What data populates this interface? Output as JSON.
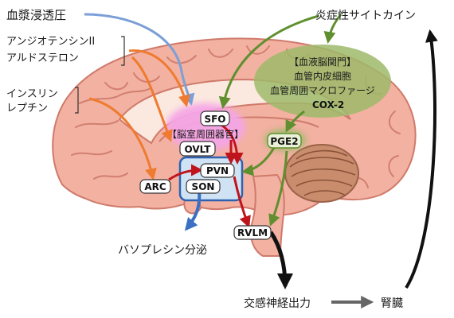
{
  "labels": {
    "osmolality": "血漿浸透圧",
    "angiotensin": "アンジオテンシンII",
    "aldosterone": "アルドステロン",
    "insulin": "インスリン",
    "leptin": "レプチン",
    "cytokines": "炎症性サイトカイン",
    "bbb_heading": "【血液脳関門】",
    "endothelial": "血管内皮細胞",
    "macrophage": "血管周囲マクロファージ",
    "cox2": "COX-2",
    "sfo": "SFO",
    "cvo": "【脳室周囲器官】",
    "ovlt": "OVLT",
    "pge2": "PGE2",
    "pvn": "PVN",
    "son": "SON",
    "arc": "ARC",
    "rvlm": "RVLM",
    "vasopressin": "バソプレシン分泌",
    "sympathetic": "交感神経出力",
    "kidney": "腎臓"
  },
  "colors": {
    "osmolality_arrow": "#7b9fd6",
    "hormone_arrow": "#ee7b2f",
    "cytokine_arrow": "#5f8f2e",
    "neural_arrow": "#c0141c",
    "vasopressin_arrow": "#3a6fc4",
    "brain_fill": "#f2b1a1",
    "brain_stroke": "#cf7a6a",
    "bbb_fill": "#9dba6a",
    "cvo_fill": "#f5a6e6",
    "hypothalamus_box": "#cfe3f5",
    "cerebellum_fill": "#c98d6e"
  }
}
